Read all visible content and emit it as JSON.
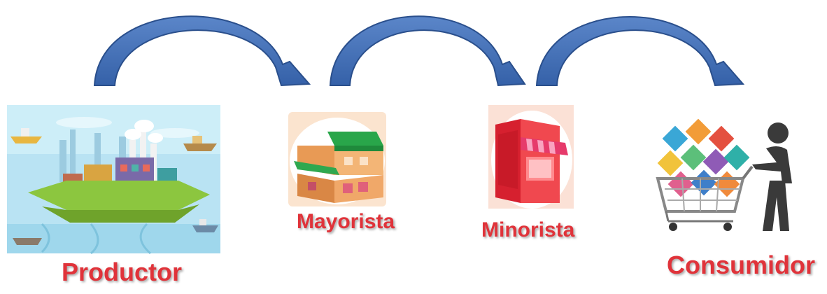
{
  "diagram": {
    "nodes": [
      {
        "id": "productor",
        "label": "Productor",
        "icon": "factory-island-icon"
      },
      {
        "id": "mayorista",
        "label": "Mayorista",
        "icon": "wholesale-building-icon"
      },
      {
        "id": "minorista",
        "label": "Minorista",
        "icon": "retail-shop-icon"
      },
      {
        "id": "consumidor",
        "label": "Consumidor",
        "icon": "shopping-cart-person-icon"
      }
    ],
    "edges": [
      {
        "from": "productor",
        "to": "mayorista"
      },
      {
        "from": "mayorista",
        "to": "minorista"
      },
      {
        "from": "minorista",
        "to": "consumidor"
      }
    ]
  },
  "colors": {
    "label_red": "#e0333a",
    "arrow_fill": "#3d68b0",
    "arrow_stroke": "#2a4f8c"
  }
}
